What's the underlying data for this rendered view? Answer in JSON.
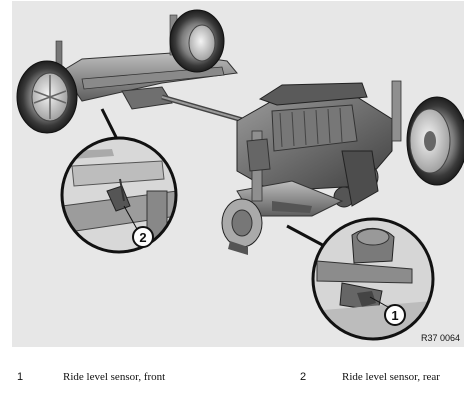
{
  "figure": {
    "reference_code": "R37 0064",
    "callouts": [
      {
        "number": "1",
        "label": "Ride level sensor, front"
      },
      {
        "number": "2",
        "label": "Ride level sensor, rear"
      }
    ]
  }
}
